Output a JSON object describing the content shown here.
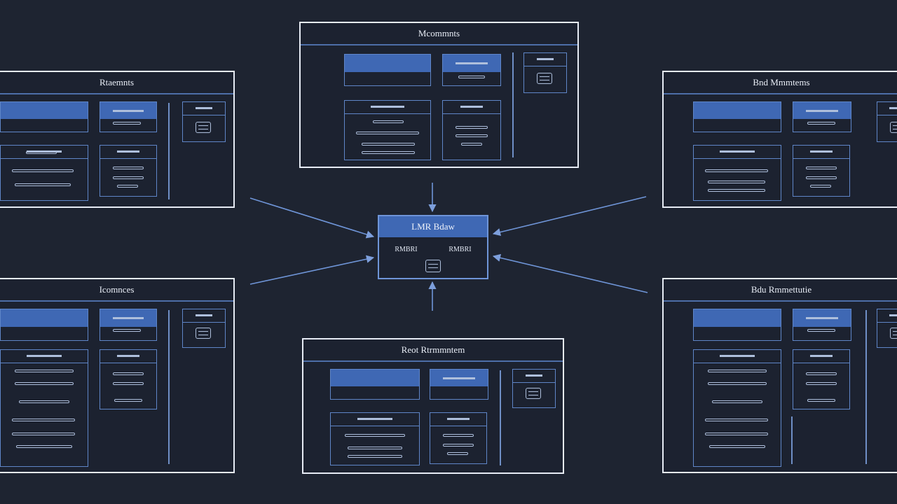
{
  "hub": {
    "title": "LMR Bdaw",
    "labels": [
      "RMBRI",
      "RMBRI"
    ]
  },
  "panels": {
    "top_center": {
      "title": "Mcommnts"
    },
    "top_left": {
      "title": "Rtaemnts"
    },
    "top_right": {
      "title": "Bnd Mmmtems"
    },
    "bottom_left": {
      "title": "Icomnces"
    },
    "bottom_center": {
      "title": "Reot Rtrmmntem"
    },
    "bottom_right": {
      "title": "Bdu Rmmettutie"
    }
  },
  "colors": {
    "background": "#1e2431",
    "panel_border": "#e6ebf4",
    "accent_blue": "#3f68b4",
    "outline_blue": "#5f86c8",
    "connector": "#6f95d8"
  },
  "icons": [
    "window-icon",
    "arrow-head-icon"
  ]
}
